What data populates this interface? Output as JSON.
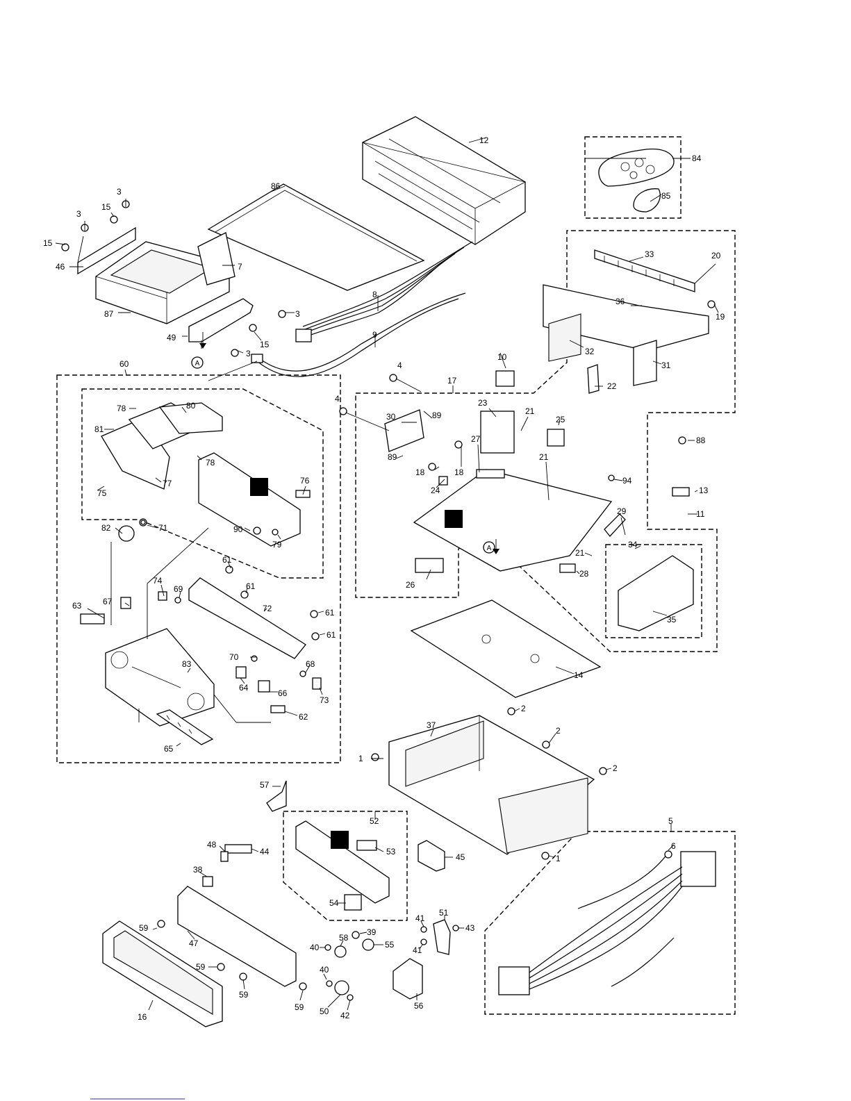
{
  "labels": {
    "p1a": "1",
    "p1b": "1",
    "p2a": "2",
    "p2b": "2",
    "p2c": "2",
    "p3a": "3",
    "p3b": "3",
    "p3c": "3",
    "p3d": "3",
    "p4a": "4",
    "p4b": "4",
    "p5": "5",
    "p6": "6",
    "p7": "7",
    "p8": "8",
    "p9": "9",
    "p10": "10",
    "p11": "11",
    "p12": "12",
    "p13": "13",
    "p14": "14",
    "p15a": "15",
    "p15b": "15",
    "p15c": "15",
    "p16": "16",
    "p17": "17",
    "p18a": "18",
    "p18b": "18",
    "p19": "19",
    "p20": "20",
    "p21a": "21",
    "p21b": "21",
    "p21c": "21",
    "p22": "22",
    "p23": "23",
    "p24": "24",
    "p25": "25",
    "p26": "26",
    "p27": "27",
    "p28": "28",
    "p29": "29",
    "p30": "30",
    "p31": "31",
    "p32": "32",
    "p33": "33",
    "p34": "34",
    "p35": "35",
    "p36": "36",
    "p37": "37",
    "p38": "38",
    "p39": "39",
    "p40a": "40",
    "p40b": "40",
    "p41a": "41",
    "p41b": "41",
    "p42": "42",
    "p43": "43",
    "p44": "44",
    "p45": "45",
    "p46": "46",
    "p47": "47",
    "p48": "48",
    "p49": "49",
    "p50": "50",
    "p51": "51",
    "p52": "52",
    "p53": "53",
    "p54": "54",
    "p55": "55",
    "p56": "56",
    "p57": "57",
    "p58": "58",
    "p59a": "59",
    "p59b": "59",
    "p59c": "59",
    "p59d": "59",
    "p60": "60",
    "p61a": "61",
    "p61b": "61",
    "p61c": "61",
    "p61d": "61",
    "p62": "62",
    "p63": "63",
    "p64": "64",
    "p65": "65",
    "p66": "66",
    "p67": "67",
    "p68": "68",
    "p69": "69",
    "p70": "70",
    "p71": "71",
    "p72": "72",
    "p73": "73",
    "p74": "74",
    "p75": "75",
    "p76": "76",
    "p77": "77",
    "p78a": "78",
    "p78b": "78",
    "p79": "79",
    "p80": "80",
    "p81": "81",
    "p82": "82",
    "p83": "83",
    "p84": "84",
    "p85": "85",
    "p86": "86",
    "p87": "87",
    "p88": "88",
    "p89a": "89",
    "p89b": "89",
    "p90": "90",
    "p94": "94",
    "ref_a1": "A",
    "ref_a2": "A"
  }
}
